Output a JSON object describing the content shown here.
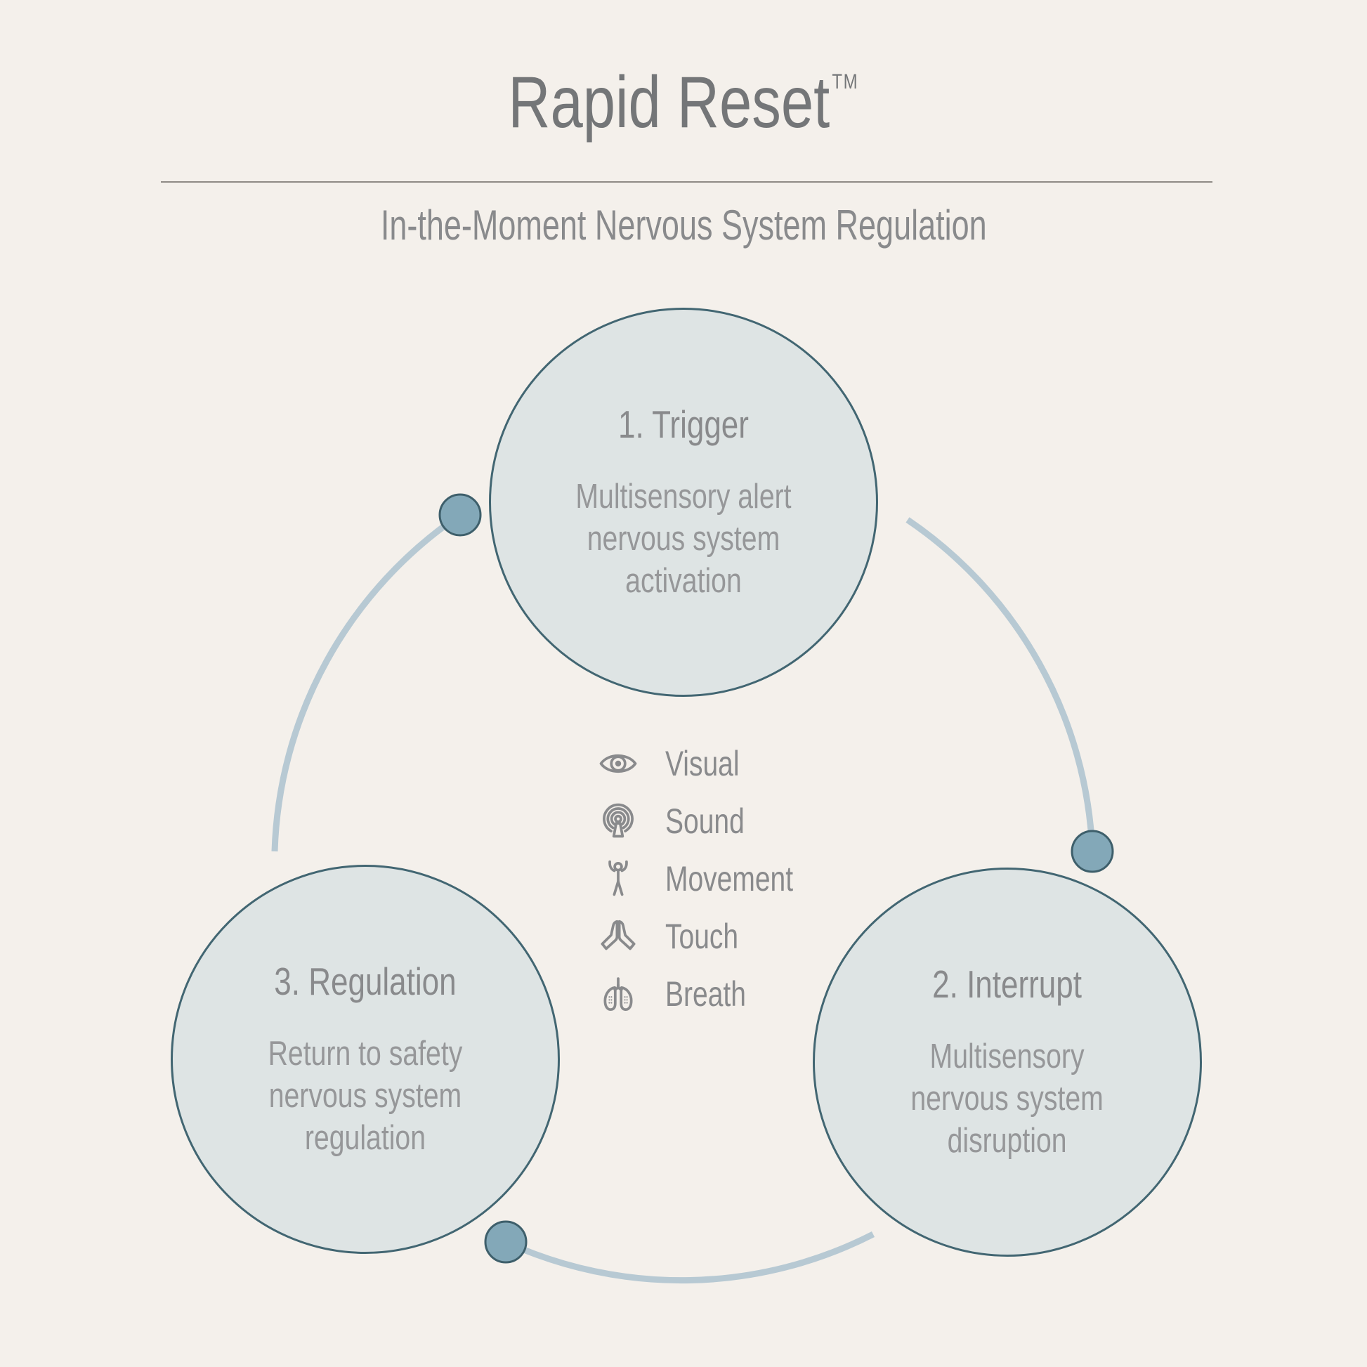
{
  "title": {
    "text": "Rapid Reset",
    "trademark": "TM"
  },
  "subtitle": "In-the-Moment Nervous System Regulation",
  "steps": [
    {
      "number_label": "1. Trigger",
      "lines": [
        "Multisensory alert",
        "nervous system",
        "activation"
      ]
    },
    {
      "number_label": "2. Interrupt",
      "lines": [
        "Multisensory",
        "nervous system",
        "disruption"
      ]
    },
    {
      "number_label": "3. Regulation",
      "lines": [
        "Return to safety",
        "nervous system",
        "regulation"
      ]
    }
  ],
  "legend": {
    "items": [
      {
        "icon": "eye-icon",
        "label": "Visual"
      },
      {
        "icon": "sound-waves-icon",
        "label": "Sound"
      },
      {
        "icon": "person-arms-up-icon",
        "label": "Movement"
      },
      {
        "icon": "praying-hands-icon",
        "label": "Touch"
      },
      {
        "icon": "lungs-icon",
        "label": "Breath"
      }
    ]
  },
  "colors": {
    "background": "#f4f0eb",
    "circle_fill": "#dee4e4",
    "circle_stroke": "#426672",
    "arc": "#b7c9d3",
    "dot_fill": "#83a8b8",
    "dot_stroke": "#3e5f6b",
    "title_text": "#747678",
    "heading_text": "#898a8c",
    "body_text": "#969799",
    "divider": "#8f8b86"
  }
}
